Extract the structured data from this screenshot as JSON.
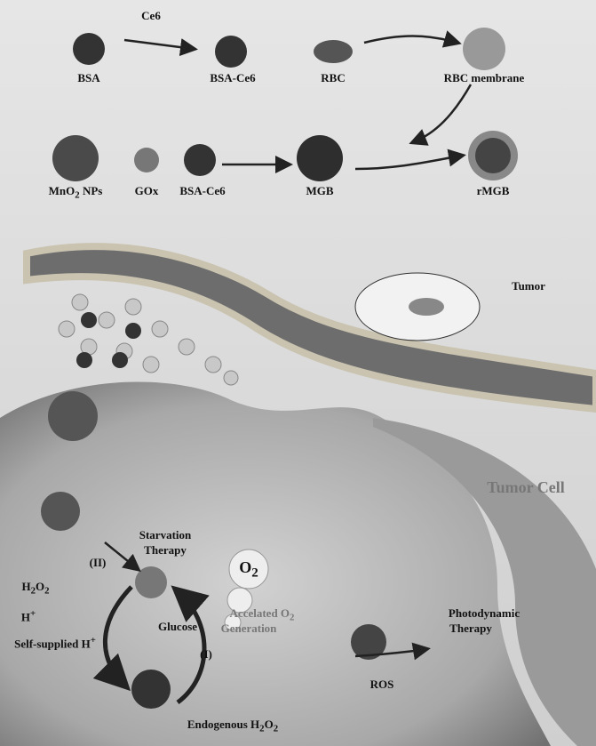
{
  "synthesis": {
    "ce6": "Ce6",
    "bsa": "BSA",
    "bsa_ce6_top": "BSA-Ce6",
    "rbc": "RBC",
    "rbc_membrane": "RBC membrane",
    "mno2_nps": "MnO",
    "mno2_sub": "2",
    "mno2_suffix": " NPs",
    "gox": "GOx",
    "bsa_ce6_mid": "BSA-Ce6",
    "mgb": "MGB",
    "rmgb": "rMGB"
  },
  "injection": {
    "tumor": "Tumor"
  },
  "cell": {
    "tumor_cell": "Tumor Cell",
    "starvation": "Starvation",
    "therapy": "Therapy",
    "step_ii": "(II)",
    "h2o2": "H",
    "h2o2_a": "2",
    "h2o2_b": "O",
    "h2o2_c": "2",
    "h_plus": "H",
    "plus": "+",
    "self_supplied": "Self-supplied H",
    "glucose": "Glucose",
    "step_i": "(I)",
    "accel_line1": "Accelated O",
    "accel_sub": "2",
    "accel_line2": "Generation",
    "o2": "O",
    "o2_sub": "2",
    "ros": "ROS",
    "photodynamic": "Photodynamic",
    "photo_therapy": "Therapy",
    "endogenous": "Endogenous H",
    "endo_sub1": "2",
    "endo_o": "O",
    "endo_sub2": "2"
  }
}
